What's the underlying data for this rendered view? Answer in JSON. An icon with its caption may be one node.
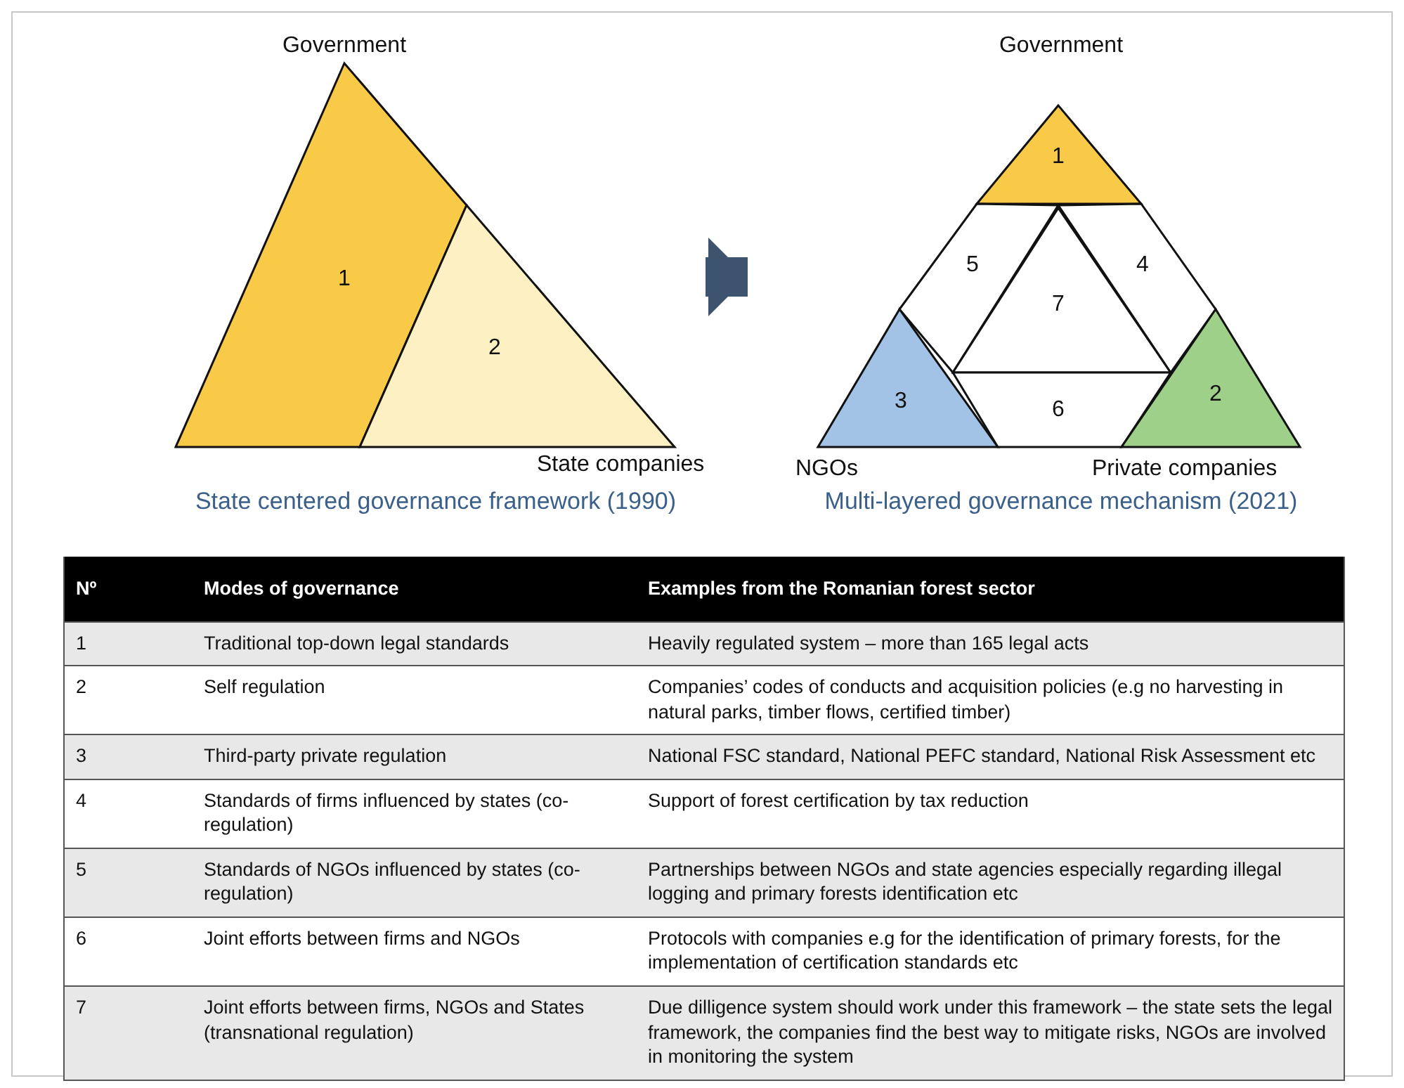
{
  "diagram": {
    "nodes": [
      {
        "text": [
          "State centered governance framework (1990)"
        ],
        "beside": [
          "Government",
          "State companies"
        ]
      },
      {
        "text": [
          "1"
        ],
        "in": 0
      },
      {
        "text": [
          "2"
        ],
        "in": 0
      },
      {
        "text": [
          "Multi-layered governance mechanism (2021)"
        ],
        "beside": [
          "Government",
          "NGOs",
          "Private companies"
        ]
      },
      {
        "text": [
          "1"
        ],
        "in": 3
      },
      {
        "text": [
          "5"
        ],
        "in": 3
      },
      {
        "text": [
          "7"
        ],
        "in": 3
      },
      {
        "text": [
          "4"
        ],
        "in": 3
      },
      {
        "text": [
          "3"
        ],
        "in": 3
      },
      {
        "text": [
          "6"
        ],
        "in": 3
      },
      {
        "text": [
          "2"
        ],
        "in": 3
      }
    ],
    "edges": [
      {
        "from": 0,
        "to": 3,
        "arrow": "to"
      }
    ],
    "labels": [
      "Nº",
      "Modes of governance",
      "Examples from the Romanian forest sector",
      "1",
      "Traditional top-down legal standards",
      "Heavily regulated system – more than 165  legal acts",
      "2",
      "Self regulation",
      "Companies’ codes of conducts and acquisition policies (e.g no harvesting in natural parks, timber flows, certified timber)",
      "3",
      "Third-party private regulation",
      "National FSC standard, National PEFC standard, National Risk Assessment etc",
      "4",
      "Standards of firms influenced by states (co-regulation)",
      "Support of forest certification by tax reduction",
      "5",
      "Standards of NGOs influenced by states (co-regulation)",
      "Partnerships between NGOs and state agencies especially regarding illegal logging and primary forests identification etc",
      "6",
      "Joint efforts between firms and NGOs",
      "Protocols with companies e.g for the identification of primary forests, for the implementation of certification standards etc",
      "7",
      "Joint efforts between firms, NGOs and States (transnational regulation)",
      "Due dilligence system should work under this framework – the state sets the legal framework, the companies find the best way to mitigate risks, NGOs are involved in monitoring the system"
    ]
  }
}
